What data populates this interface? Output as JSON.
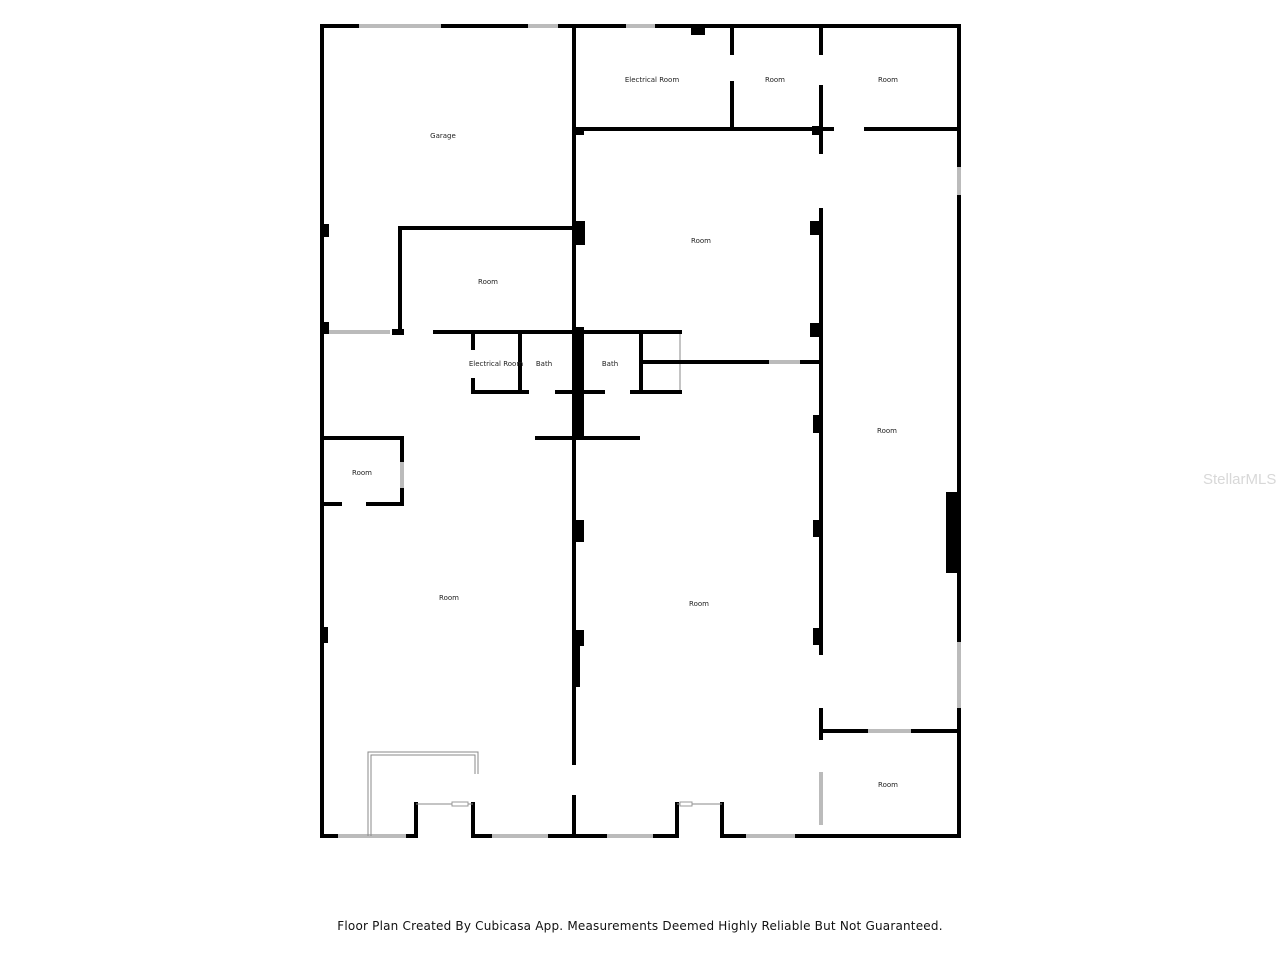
{
  "plan": {
    "rooms": [
      {
        "label": "Garage"
      },
      {
        "label": "Electrical Room"
      },
      {
        "label": "Room"
      },
      {
        "label": "Room"
      },
      {
        "label": "Room"
      },
      {
        "label": "Room"
      },
      {
        "label": "Electrical Room"
      },
      {
        "label": "Bath"
      },
      {
        "label": "Bath"
      },
      {
        "label": "Room"
      },
      {
        "label": "Room"
      },
      {
        "label": "Room"
      },
      {
        "label": "Room"
      },
      {
        "label": "Room"
      }
    ]
  },
  "footer": "Floor Plan Created By Cubicasa App. Measurements Deemed Highly Reliable But Not Guaranteed.",
  "watermark": "StellarMLS",
  "colors": {
    "wall": "#000000",
    "window": "#bbbbbb",
    "background": "#ffffff"
  }
}
